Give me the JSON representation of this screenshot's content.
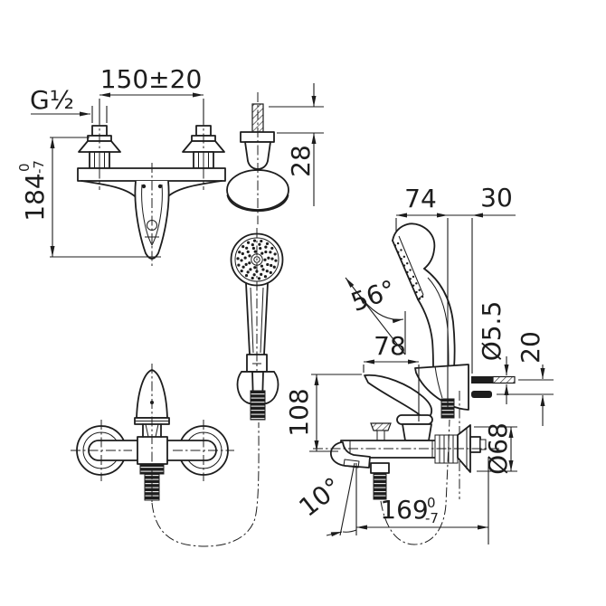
{
  "colors": {
    "line": "#1d1d1d",
    "background": "#ffffff"
  },
  "dimensions": {
    "thread_size": "G½",
    "inlet_spacing": "150±20",
    "overall_height": {
      "value": "184",
      "tol_upper": "0",
      "tol_lower": "-7"
    },
    "holder_screw_offset": "28",
    "head_reach": "74",
    "wall_clearance": "30",
    "head_angle": "56°",
    "pin_diameter": "Ø5.5",
    "pin_spacing": "20",
    "lever_reach": "78",
    "lever_height": "108",
    "escutcheon_diameter": "Ø68",
    "spout_reach": {
      "value": "169",
      "tol_upper": "0",
      "tol_lower": "-7"
    },
    "spout_angle": "10°"
  }
}
